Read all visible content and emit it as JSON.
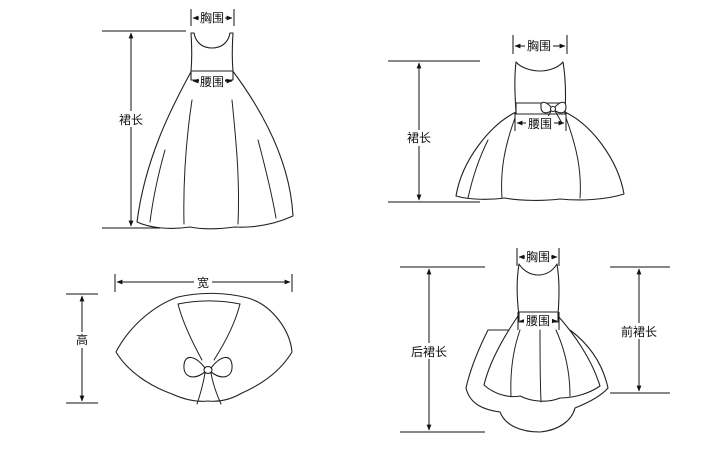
{
  "figures": {
    "dress_long": {
      "chest": "胸围",
      "waist": "腰围",
      "length": "裙长"
    },
    "dress_bow": {
      "chest": "胸围",
      "waist": "腰围",
      "length": "裙长"
    },
    "shawl": {
      "width": "宽",
      "height": "高"
    },
    "dress_hilo": {
      "chest": "胸围",
      "waist": "腰围",
      "back_length": "后裙长",
      "front_length": "前裙长"
    }
  },
  "colors": {
    "line": "#222222",
    "background": "#ffffff"
  }
}
